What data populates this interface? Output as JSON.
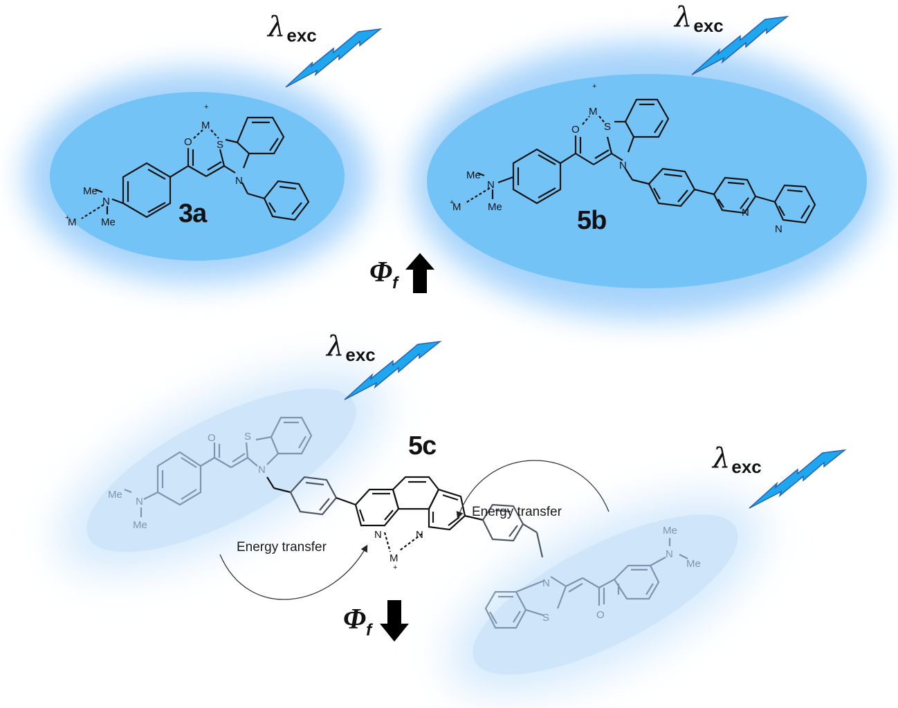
{
  "diagram": {
    "type": "reaction-scheme",
    "description": "Fluorescence quantum yield changes of benzothiazole enaminone chromophores upon metal binding"
  },
  "compounds": [
    {
      "id": "3a",
      "label": "3a",
      "glow": "strong",
      "atoms": {
        "metal": "M",
        "metal_charge": "+",
        "metal2": "M",
        "metal2_charge": "+",
        "O": "O",
        "S": "S",
        "N": "N",
        "me1": "Me",
        "me2": "Me"
      }
    },
    {
      "id": "5b",
      "label": "5b",
      "glow": "strong",
      "atoms": {
        "metal": "M",
        "metal_charge": "+",
        "metal2": "M",
        "metal2_charge": "+",
        "O": "O",
        "S": "S",
        "N": "N",
        "me1": "Me",
        "me2": "Me",
        "pyN1": "N",
        "pyN2": "N"
      }
    },
    {
      "id": "5c",
      "label": "5c",
      "glow": "weak",
      "atoms": {
        "metal": "M",
        "metal_charge": "+",
        "phenN1": "N",
        "phenN2": "N",
        "O": "O",
        "S": "S",
        "N": "N",
        "me1": "Me",
        "me2": "Me"
      }
    }
  ],
  "excitation": {
    "symbol": "λ",
    "subscript": "exc",
    "count": 4
  },
  "quantum_yield": {
    "symbol": "Φ",
    "subscript": "f",
    "top_direction": "increase",
    "bottom_direction": "decrease"
  },
  "energy_transfer": [
    {
      "label": "Energy transfer"
    },
    {
      "label": "Energy transfer"
    }
  ],
  "colors": {
    "glow_strong": "#74c3f7",
    "glow_halo": "#a6d3fb",
    "glow_weak": "#d3e8fb",
    "bolt_fill": "#1ea7ee",
    "bolt_stroke": "#2a5fb0",
    "bond_dark": "#111111",
    "bond_faded": "#7f94ac"
  }
}
